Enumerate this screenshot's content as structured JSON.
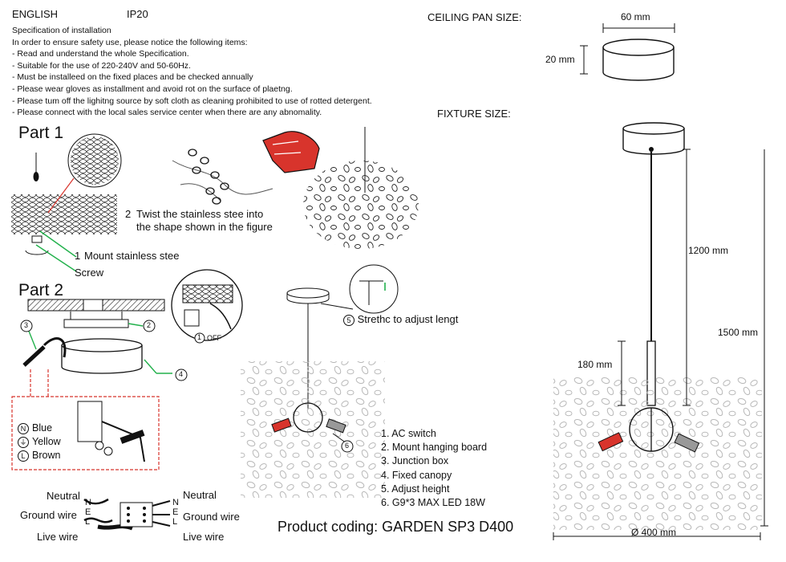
{
  "header": {
    "language": "ENGLISH",
    "rating": "IP20"
  },
  "spec": {
    "title": "Specification of installation",
    "lines": [
      "In order to ensure safety use, please notice the following items:",
      "- Read and understand the whole Specification.",
      "- Suitable for the use of 220-240V and 50-60Hz.",
      "- Must be installeed on the fixed places and be checked annually",
      "- Please wear gloves as installment and avoid rot on the surface of plaetng.",
      "- Please tum off the lighitng source by soft cloth as cleaning prohibited to use of rotted detergent.",
      "- Please connect with the local sales service center when there are any abnomality."
    ]
  },
  "ceiling_pan": {
    "title": "CEILING PAN  SIZE:",
    "width": "60 mm",
    "height": "20 mm"
  },
  "fixture": {
    "title": "FIXTURE SIZE:",
    "cable": "1200 mm",
    "total": "1500 mm",
    "body": "180 mm",
    "diameter": "Ø 400 mm"
  },
  "part1": {
    "title": "Part 1",
    "step2_line1": "Twist the stainless stee into",
    "step2_line2": "the shape shown in the figure",
    "step2_num": "2",
    "step1_num": "1",
    "step1": "Mount stainless stee",
    "screw": "Screw"
  },
  "part2": {
    "title": "Part 2",
    "off_label": "OFF",
    "callouts": [
      "1",
      "2",
      "3",
      "4",
      "5",
      "6"
    ],
    "wire_legend": [
      {
        "symbol": "N",
        "color": "Blue"
      },
      {
        "symbol": "⏚",
        "color": "Yellow"
      },
      {
        "symbol": "L",
        "color": "Brown"
      }
    ],
    "adjust": "Strethc to adjust lengt"
  },
  "wiring": {
    "left": {
      "neutral": "Neutral",
      "ground": "Ground wire",
      "live": "Live wire"
    },
    "right": {
      "neutral": "Neutral",
      "ground": "Ground wire",
      "live": "Live wire"
    },
    "letters": [
      "N",
      "E",
      "L"
    ]
  },
  "parts_list": [
    "1. AC switch",
    "2. Mount hanging board",
    "3. Junction box",
    "4. Fixed canopy",
    "5. Adjust height",
    "6. G9*3 MAX LED 18W"
  ],
  "product_coding": "Product coding: GARDEN SP3 D400",
  "colors": {
    "accent_red": "#d8342c",
    "callout_green": "#22b14c",
    "line": "#111111"
  }
}
